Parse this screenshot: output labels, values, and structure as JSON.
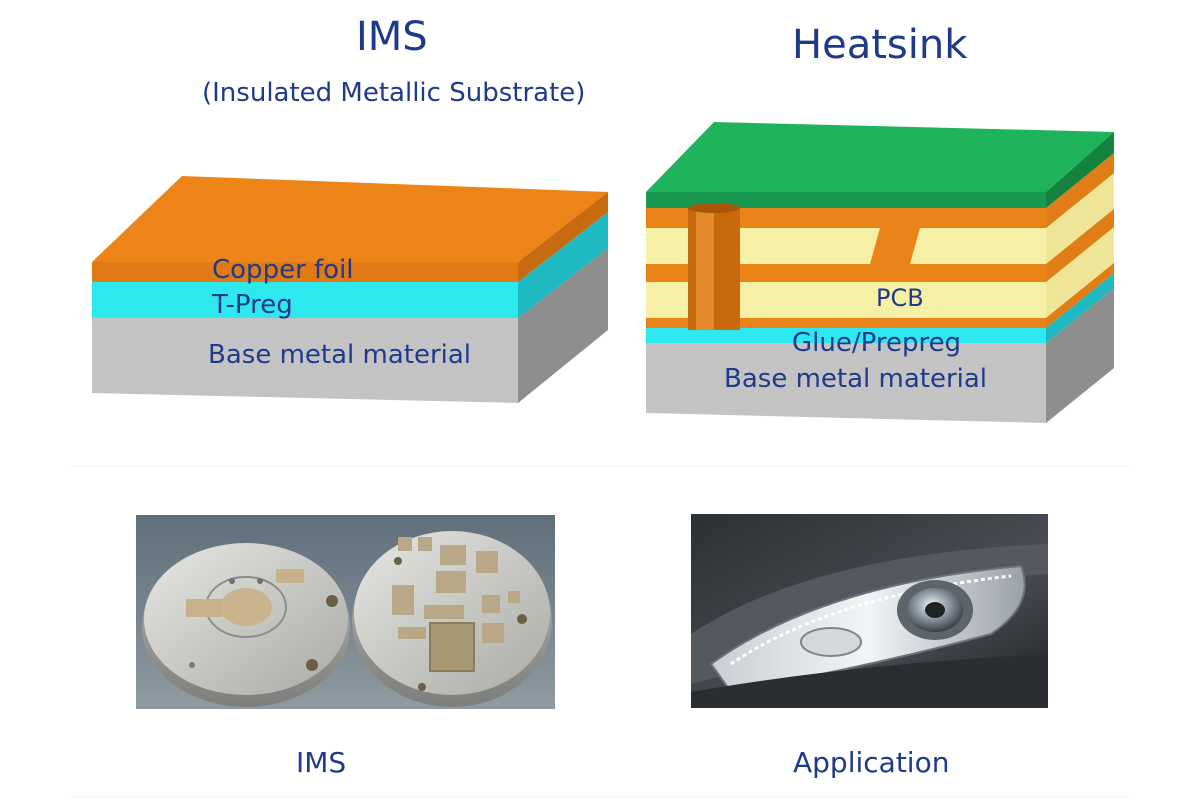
{
  "ims": {
    "title": "IMS",
    "subtitle": "(Insulated Metallic Substrate)",
    "layers": {
      "copper": "Copper foil",
      "tpreg": "T-Preg",
      "base": "Base metal material"
    },
    "caption": "IMS"
  },
  "heatsink": {
    "title": "Heatsink",
    "layers": {
      "pcb": "PCB",
      "glue": "Glue/Prepreg",
      "base": "Base metal material"
    },
    "caption": "Application"
  },
  "colors": {
    "copper": "#e8821e",
    "tpreg": "#2ee6ef",
    "base": "#c2c2c2",
    "solder_mask": "#1eae5a",
    "pcb_core": "#f6f0a6",
    "text": "#1f3a8a"
  }
}
